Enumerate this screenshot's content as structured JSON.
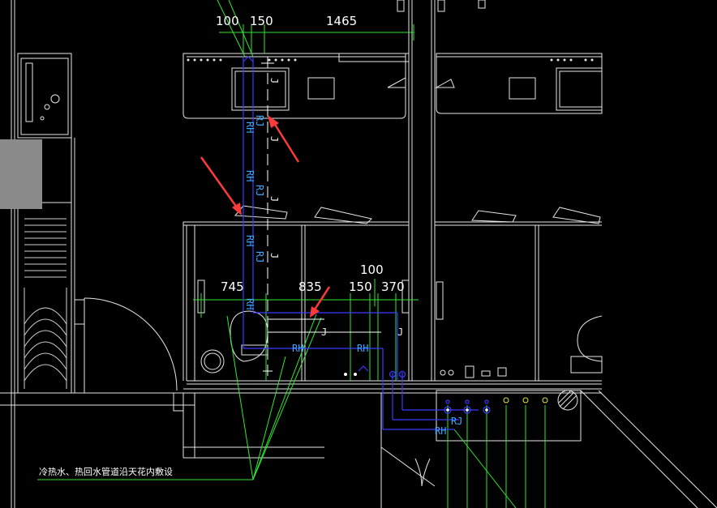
{
  "dimensions": {
    "top_left": "100",
    "top_mid": "150",
    "top_right": "1465",
    "mid_100": "100",
    "mid_745": "745",
    "mid_835": "835",
    "mid_150": "150",
    "mid_370": "370"
  },
  "pipe_labels": {
    "rh": "RH",
    "rj": "RJ",
    "j": "J"
  },
  "annotation": "冷热水、热回水管道沿天花内敷设",
  "colors": {
    "background": "#000000",
    "wall": "#ffffff",
    "hot_water": "#3a3aff",
    "hot_water_label": "#3aa8ff",
    "cold_water": "#ffffff",
    "dimension": "#2ee82e",
    "leader": "#2ee82e",
    "arrow": "#ff3a3a",
    "fixture_yellow": "#e8e84a",
    "panel_gray": "#8a8a8a"
  }
}
